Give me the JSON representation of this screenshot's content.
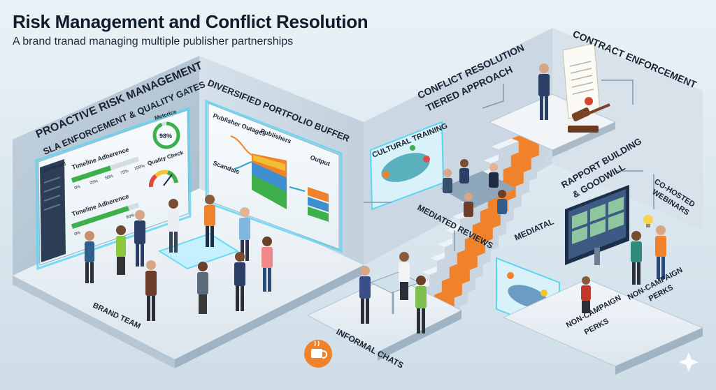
{
  "header": {
    "title": "Risk Management and Conflict Resolution",
    "subtitle": "A brand tranad managing multiple publisher partnerships"
  },
  "sections": {
    "proactive": "PROACTIVE RISK MANAGEMENT",
    "sla": "SLA ENFORCEMENT & QUALITY GATES",
    "portfolio": "DIVERSIFIED PORTFOLIO BUFFER",
    "conflict_line1": "CONFLICT RESOLUTION",
    "conflict_line2": "TIERED APPROACH",
    "contract": "CONTRACT ENFORCEMENT",
    "rapport_line1": "RAPPORT BUILDING",
    "rapport_line2": "& GOODWILL",
    "webinars_line1": "CO-HOSTED",
    "webinars_line2": "WEBINARS",
    "cultural": "CULTURAL TRAINING",
    "mediated": "MEDIATED REVIEWS",
    "mediatal": "MEDIATAL",
    "informal": "INFORMAL CHATS",
    "brand_team": "BRAND TEAM",
    "perks_a_line1": "NON-CAMPAIGN",
    "perks_a_line2": "PERKS",
    "perks_b_line1": "NON-CAMPAIGN",
    "perks_b_line2": "PERKS"
  },
  "dashboard": {
    "tab": "Dashboard",
    "timeline1": "Timeline Adherence",
    "timeline2": "Timeline Adherence",
    "metric_label": "Meterice",
    "metric_value": "98%",
    "quality": "Quality Check",
    "ticks1": [
      "0%",
      "25%",
      "50%",
      "75%",
      "100%"
    ],
    "ticks2": [
      "0%",
      "80%"
    ],
    "progress1": 0.58,
    "progress2": 0.85
  },
  "portfolio_chart": {
    "inputs": [
      "Publisher Outages",
      "Scandals"
    ],
    "middle": "Publishers",
    "output": "Output"
  },
  "colors": {
    "accent_orange": "#f0822b",
    "green": "#3db04b",
    "cyan": "#57d6f2",
    "navy": "#1d2f4a"
  }
}
